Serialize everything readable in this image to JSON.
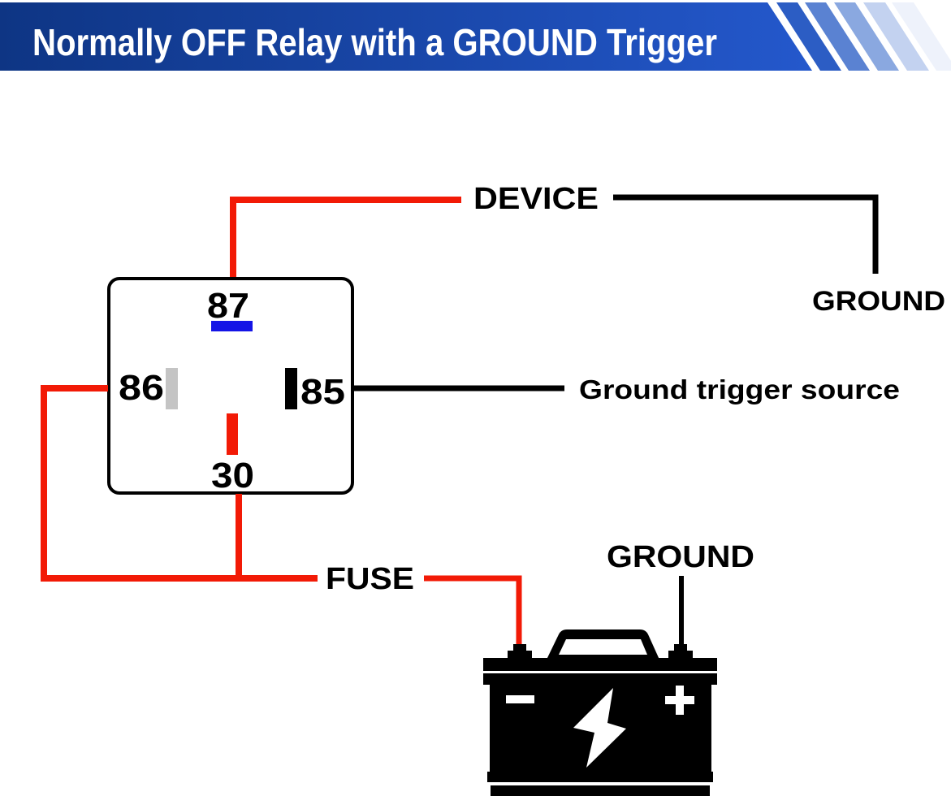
{
  "banner": {
    "title": "Normally OFF Relay with a GROUND Trigger",
    "colors": {
      "dark": "#0e3584",
      "light": "#2458cc",
      "stripe": "#3566c8"
    }
  },
  "relay": {
    "pins": {
      "p87": {
        "label": "87",
        "marker_color": "#1414e6"
      },
      "p86": {
        "label": "86",
        "marker_color": "#c4c4c4"
      },
      "p85": {
        "label": "85",
        "marker_color": "#000000"
      },
      "p30": {
        "label": "30",
        "marker_color": "#f21a06"
      }
    }
  },
  "labels": {
    "device": "DEVICE",
    "ground_device": "GROUND",
    "ground_trigger": "Ground trigger source",
    "fuse": "FUSE",
    "ground_battery": "GROUND"
  },
  "battery": {
    "negative_symbol": "−",
    "positive_symbol": "+",
    "icon": "lightning-bolt-icon"
  },
  "colors": {
    "positive_wire": "#f21a06",
    "ground_wire": "#000000",
    "outline": "#000000"
  }
}
